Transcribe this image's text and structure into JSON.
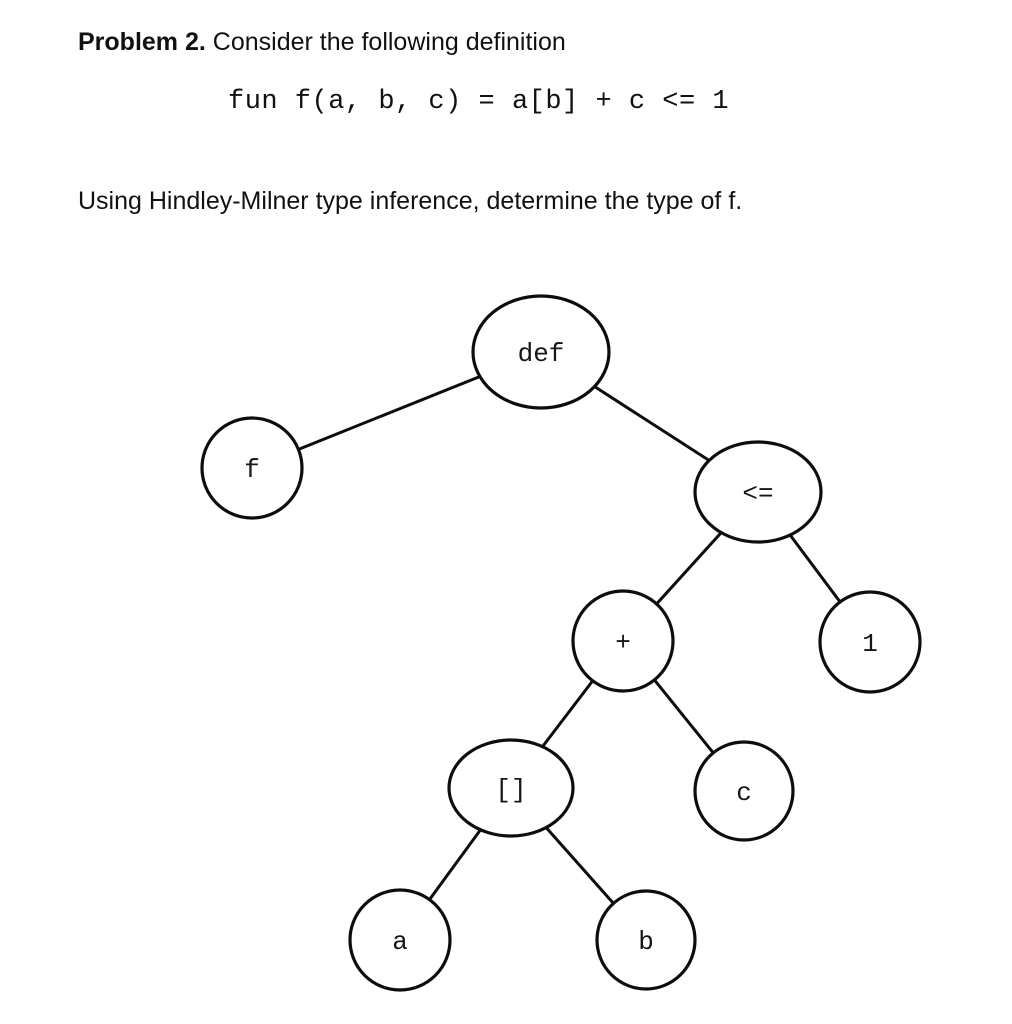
{
  "problem": {
    "label": "Problem 2.",
    "intro": " Consider the following definition",
    "code": "fun f(a, b, c) = a[b] + c <= 1",
    "question": "Using Hindley-Milner type inference, determine the type of f."
  },
  "tree": {
    "kind": "abstract-syntax-tree",
    "nodes": {
      "def": {
        "label": "def"
      },
      "f": {
        "label": "f"
      },
      "leq": {
        "label": "<="
      },
      "plus": {
        "label": "+"
      },
      "one": {
        "label": "1"
      },
      "index": {
        "label": "[]"
      },
      "c": {
        "label": "c"
      },
      "a": {
        "label": "a"
      },
      "b": {
        "label": "b"
      }
    },
    "edges": [
      {
        "from": "def",
        "to": "f"
      },
      {
        "from": "def",
        "to": "leq"
      },
      {
        "from": "leq",
        "to": "plus"
      },
      {
        "from": "leq",
        "to": "one"
      },
      {
        "from": "plus",
        "to": "index"
      },
      {
        "from": "plus",
        "to": "c"
      },
      {
        "from": "index",
        "to": "a"
      },
      {
        "from": "index",
        "to": "b"
      }
    ]
  },
  "colors": {
    "background": "#ffffff",
    "ink": "#000000"
  }
}
